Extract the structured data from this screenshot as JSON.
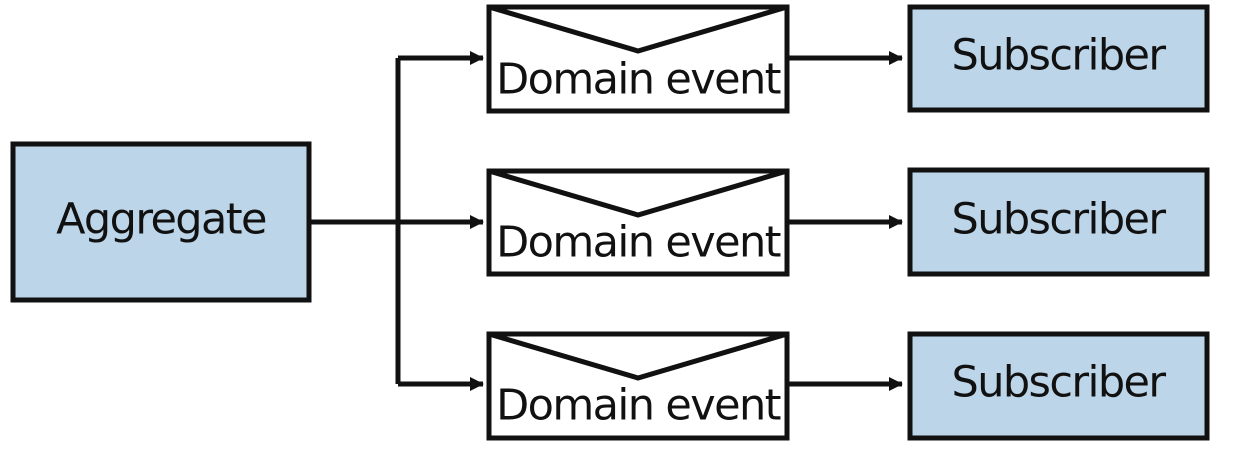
{
  "nodes": {
    "aggregate": {
      "label": "Aggregate"
    },
    "domain_events": [
      {
        "label": "Domain event"
      },
      {
        "label": "Domain event"
      },
      {
        "label": "Domain event"
      }
    ],
    "subscribers": [
      {
        "label": "Subscriber"
      },
      {
        "label": "Subscriber"
      },
      {
        "label": "Subscriber"
      }
    ]
  },
  "colors": {
    "node_fill": "#bcd5e8",
    "envelope_fill": "#ffffff",
    "stroke": "#111111"
  }
}
